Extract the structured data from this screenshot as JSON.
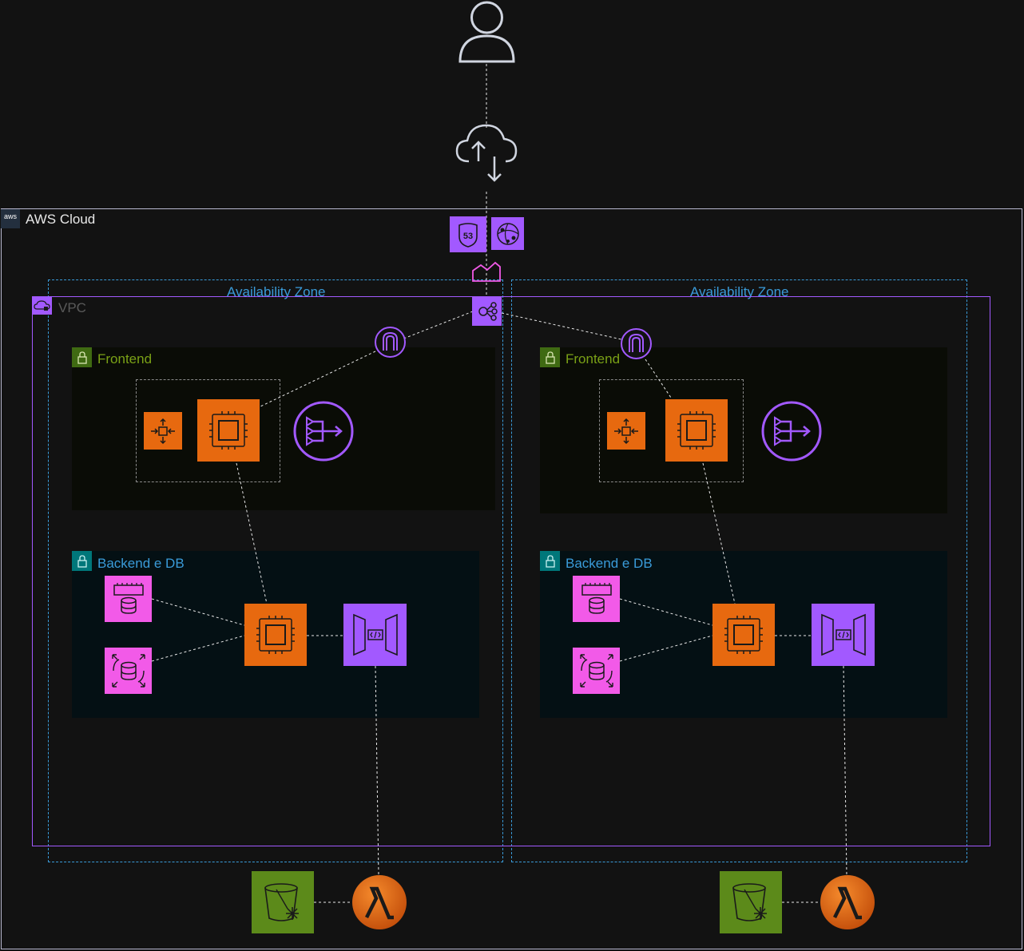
{
  "aws_cloud": {
    "label": "AWS Cloud",
    "badge": "aws"
  },
  "vpc": {
    "label": "VPC"
  },
  "availability_zones": [
    {
      "label": "Availability Zone"
    },
    {
      "label": "Availability Zone"
    }
  ],
  "subnets": {
    "frontend": {
      "label": "Frontend"
    },
    "backend": {
      "label": "Backend e DB"
    }
  },
  "icons": {
    "user": "user-icon",
    "internet": "internet-gateway-cloud-icon",
    "route53": "route53-icon",
    "route53_badge": "53",
    "cloudfront": "cloudfront-icon",
    "waf": "waf-icon",
    "load_balancer": "elastic-load-balancer-icon",
    "internet_gateway": "internet-gateway-icon",
    "auto_scaling": "auto-scaling-icon",
    "ec2": "ec2-instance-icon",
    "nat_gateway": "nat-gateway-icon",
    "elasticache": "elasticache-icon",
    "rds": "rds-icon",
    "api_gateway": "api-gateway-icon",
    "s3_glacier": "s3-glacier-icon",
    "lambda": "lambda-icon"
  },
  "colors": {
    "background": "#121212",
    "compute": "#E7690F",
    "networking": "#A259FF",
    "database": "#F25AE8",
    "storage": "#5C8A1A",
    "frontend_subnet_text": "#7AA116",
    "backend_subnet_text": "#00A4A6",
    "az_border": "#3A9BD9"
  }
}
